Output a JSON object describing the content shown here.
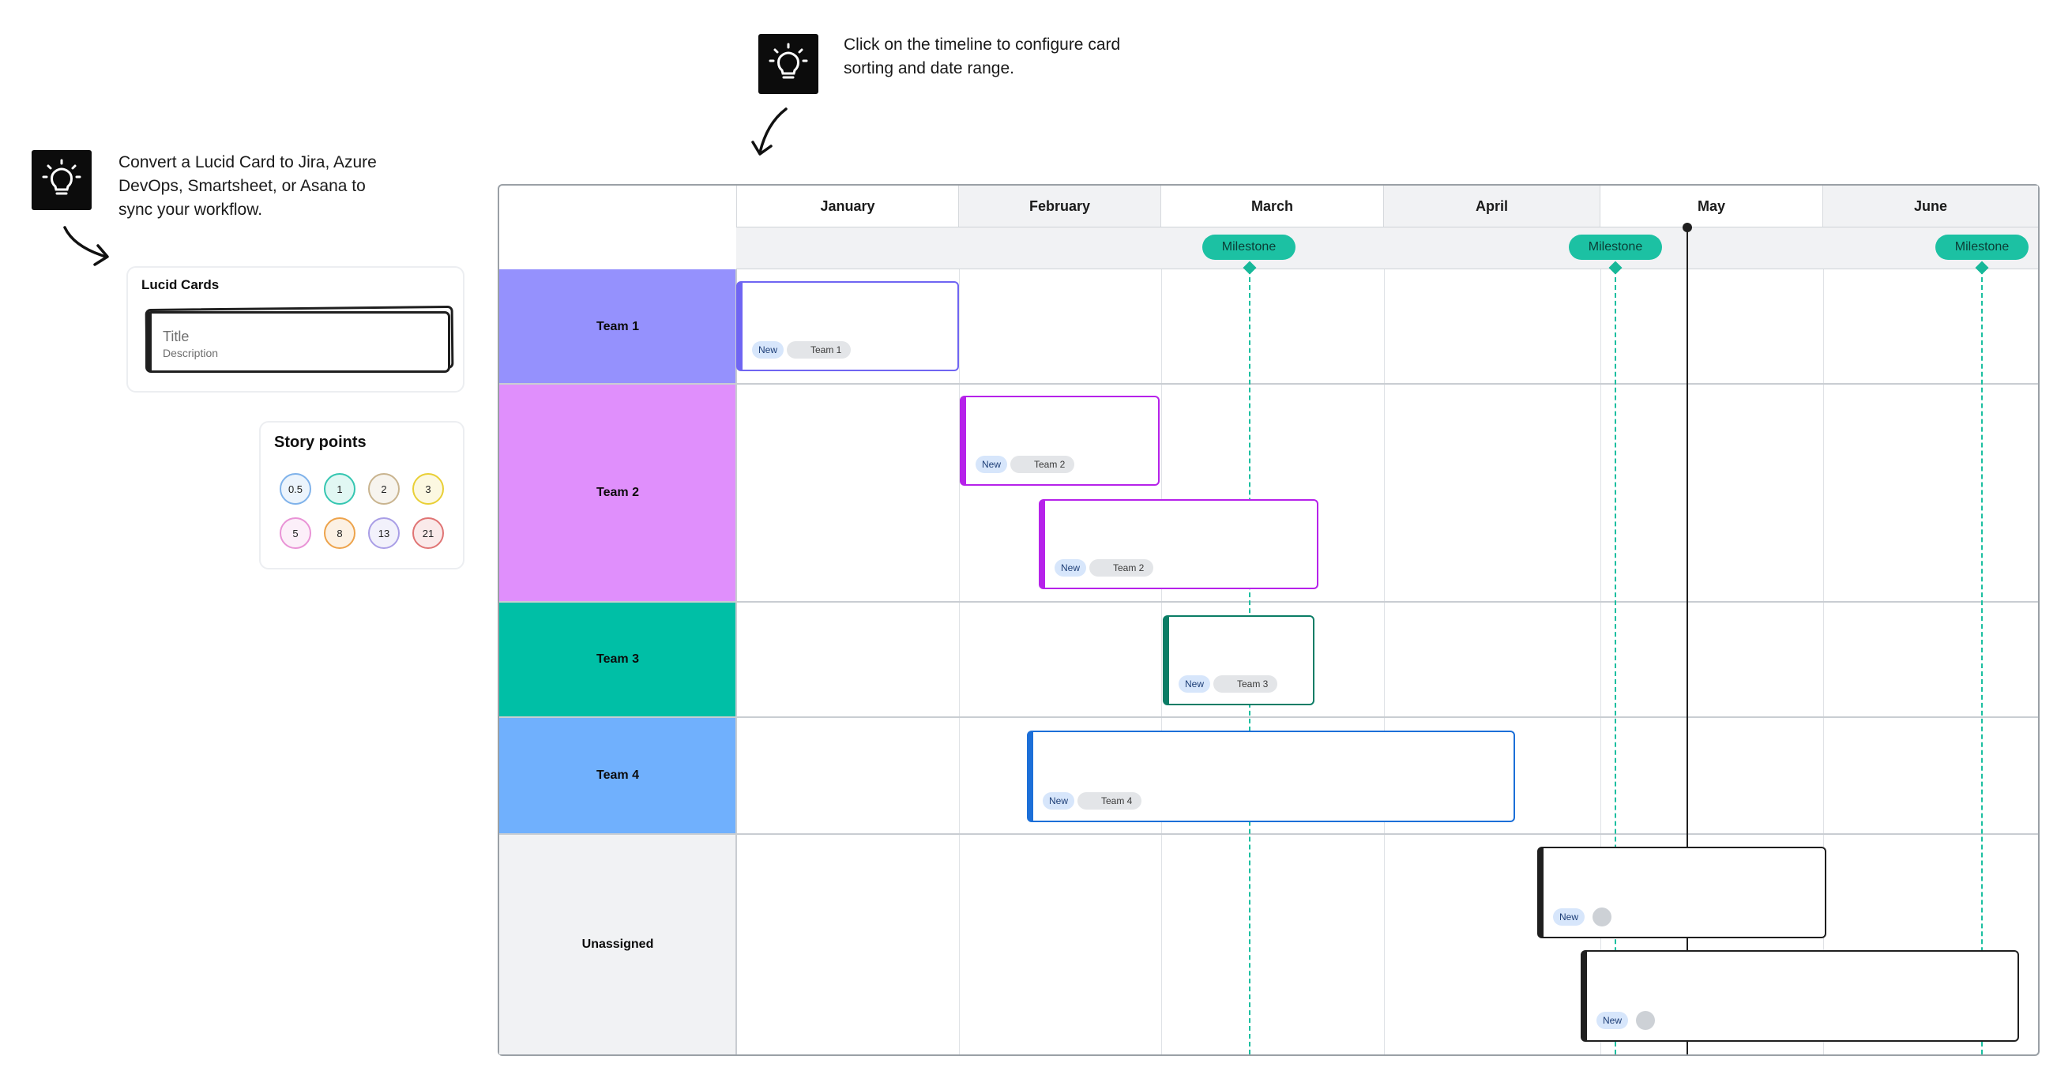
{
  "hints": {
    "timeline_hint": "Click on the timeline to configure card sorting and date range.",
    "card_hint": "Convert a Lucid Card to Jira, Azure DevOps, Smartsheet, or Asana to sync your workflow."
  },
  "lucid_cards": {
    "title": "Lucid Cards",
    "card_title": "Title",
    "card_description": "Description"
  },
  "story_points": {
    "title": "Story points",
    "values": [
      "0.5",
      "1",
      "2",
      "3",
      "5",
      "8",
      "13",
      "21"
    ],
    "colors": [
      "#7fb2ea",
      "#35c6b1",
      "#c9b48f",
      "#e9cf36",
      "#e993d6",
      "#eda34b",
      "#a99ee6",
      "#e07474"
    ]
  },
  "timeline": {
    "months": [
      "January",
      "February",
      "March",
      "April",
      "May",
      "June"
    ],
    "milestone_label": "Milestone",
    "milestone_color": "#1cc1a3",
    "teams": [
      {
        "label": "Team 1",
        "color": "#9591fd"
      },
      {
        "label": "Team 2",
        "color": "#e08ffc"
      },
      {
        "label": "Team 3",
        "color": "#00bfa6"
      },
      {
        "label": "Team 4",
        "color": "#70b0fd"
      },
      {
        "label": "Unassigned",
        "color": "#f1f2f4"
      }
    ],
    "cards": [
      {
        "status": "New",
        "team": "Team 1",
        "border_color": "#6f65f2"
      },
      {
        "status": "New",
        "team": "Team 2",
        "border_color": "#b622ea"
      },
      {
        "status": "New",
        "team": "Team 2",
        "border_color": "#b622ea"
      },
      {
        "status": "New",
        "team": "Team 3",
        "border_color": "#0b7d66"
      },
      {
        "status": "New",
        "team": "Team 4",
        "border_color": "#1c6fd8"
      },
      {
        "status": "New",
        "team": "",
        "border_color": "#1f1f1f"
      },
      {
        "status": "New",
        "team": "",
        "border_color": "#1f1f1f"
      }
    ]
  }
}
